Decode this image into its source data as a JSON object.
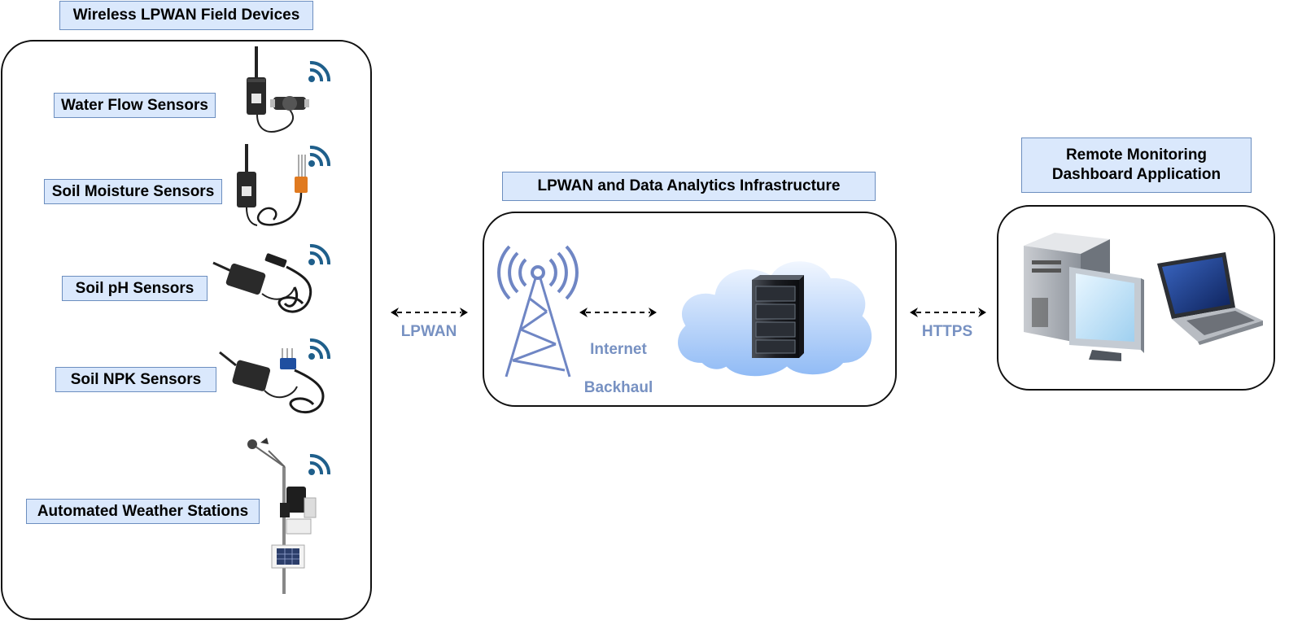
{
  "field_devices": {
    "title": "Wireless LPWAN Field Devices",
    "devices": [
      {
        "label": "Water Flow Sensors",
        "icon": "water-flow-sensor-icon"
      },
      {
        "label": "Soil Moisture Sensors",
        "icon": "soil-moisture-sensor-icon"
      },
      {
        "label": "Soil pH Sensors",
        "icon": "soil-ph-sensor-icon"
      },
      {
        "label": "Soil NPK Sensors",
        "icon": "soil-npk-sensor-icon"
      },
      {
        "label": "Automated Weather Stations",
        "icon": "weather-station-icon"
      }
    ]
  },
  "infrastructure": {
    "title": "LPWAN and Data Analytics Infrastructure",
    "tower_icon": "cell-tower-icon",
    "cloud_icon": "cloud-server-icon"
  },
  "dashboard": {
    "title_line1": "Remote Monitoring",
    "title_line2": "Dashboard Application",
    "desktop_icon": "desktop-computer-icon",
    "laptop_icon": "laptop-icon"
  },
  "links": {
    "lpwan": "LPWAN",
    "backhaul_line1": "Internet",
    "backhaul_line2": "Backhaul",
    "https": "HTTPS"
  },
  "colors": {
    "label_fill": "#dae8fc",
    "label_border": "#6c8ebf",
    "link_text": "#7791c2",
    "wifi_icon": "#1f5f8b",
    "tower": "#6f86c4"
  }
}
